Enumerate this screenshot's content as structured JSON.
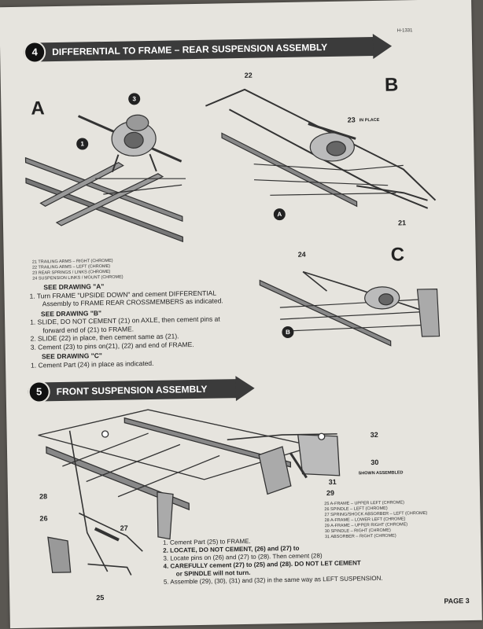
{
  "doc_code": "H-1331",
  "step4": {
    "number": "4",
    "title": "DIFFERENTIAL TO FRAME – REAR SUSPENSION ASSEMBLY",
    "drawing_labels": {
      "a": "A",
      "b": "B",
      "c": "C"
    },
    "callouts": {
      "c1": "1",
      "c3": "3",
      "c22": "22",
      "c23": "23",
      "in_place": "IN PLACE",
      "c21": "21",
      "cA": "A",
      "c24": "24",
      "cB": "B"
    },
    "parts": [
      "21  TRAILING ARMS – RIGHT (CHROME)",
      "22  TRAILING ARMS – LEFT (CHROME)",
      "23  REAR SPRINGS / LINKS (CHROME)",
      "24  SUSPENSION LINKS / MOUNT (CHROME)"
    ],
    "instructions": {
      "see_a": "SEE DRAWING \"A\"",
      "i1a": "1.  Turn FRAME \"UPSIDE DOWN\" and cement DIFFERENTIAL",
      "i1b": "Assembly to FRAME REAR CROSSMEMBERS as indicated.",
      "see_b": "SEE DRAWING \"B\"",
      "i2a": "1.  SLIDE, DO NOT CEMENT (21) on AXLE, then cement pins at",
      "i2b": "forward end of (21) to FRAME.",
      "i3": "2.  SLIDE (22) in place, then cement same as (21).",
      "i4": "3.  Cement (23) to pins on(21), (22) and end of FRAME.",
      "see_c": "SEE DRAWING \"C\"",
      "i5": "1.  Cement Part (24) in place as indicated."
    }
  },
  "step5": {
    "number": "5",
    "title": "FRONT SUSPENSION ASSEMBLY",
    "callouts": {
      "c32": "32",
      "c30": "30",
      "shown": "SHOWN ASSEMBLED",
      "c31": "31",
      "c29": "29",
      "c28": "28",
      "c26": "26",
      "c27": "27",
      "c25": "25"
    },
    "parts": [
      "25  A-FRAME – UPPER LEFT (CHROME)",
      "26  SPINDLE – LEFT (CHROME)",
      "27  SPRING/SHOCK ABSORBER – LEFT (CHROME)",
      "28  A-FRAME – LOWER LEFT (CHROME)",
      "29  A-FRAME – UPPER RIGHT (CHROME)",
      "30  SPINDLE – RIGHT (CHROME)",
      "31  ABSORBER – RIGHT (CHROME)"
    ],
    "instructions": {
      "i1": "1.  Cement Part (25) to FRAME.",
      "i2": "2.  LOCATE, DO NOT CEMENT, (26) and (27) to",
      "i3": "3.  Locate pins on (26) and (27) to (28). Then cement (28)",
      "i4": "4.  CAREFULLY cement (27) to (25) and (28). DO NOT LET CEMENT",
      "i4b": "or SPINDLE will not turn.",
      "i5": "5.  Assemble (29), (30), (31) and (32) in the same way as LEFT SUSPENSION."
    }
  },
  "page": "PAGE 3"
}
